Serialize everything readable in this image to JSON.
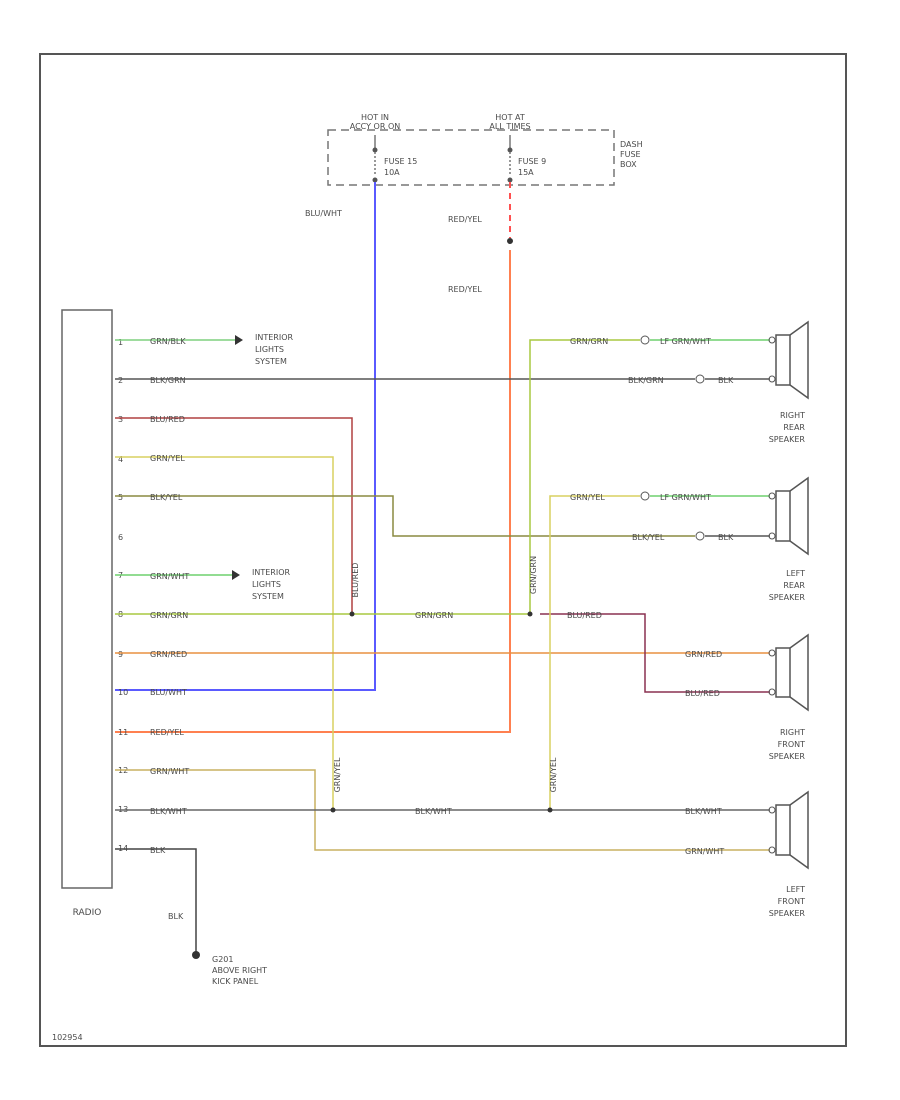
{
  "labels": {
    "hot_in_1": "HOT IN",
    "hot_in_2": "ACCY OR ON",
    "hot_at_1": "HOT AT",
    "hot_at_2": "ALL TIMES",
    "fuse15_1": "FUSE 15",
    "fuse15_2": "10A",
    "fuse9_1": "FUSE 9",
    "fuse9_2": "15A",
    "dash_fuse_1": "DASH",
    "dash_fuse_2": "FUSE",
    "dash_fuse_3": "BOX",
    "blu_wht": "BLU/WHT",
    "red_yel_1": "RED/YEL",
    "red_yel_2": "RED/YEL",
    "interior_1_a": "INTERIOR",
    "interior_1_b": "LIGHTS",
    "interior_1_c": "SYSTEM",
    "interior_2_a": "INTERIOR",
    "interior_2_b": "LIGHTS",
    "interior_2_c": "SYSTEM",
    "radio": "RADIO",
    "blk_ground": "BLK",
    "ground_1": "G201",
    "ground_2": "ABOVE RIGHT",
    "ground_3": "KICK PANEL",
    "rr_speaker_a": "RIGHT",
    "rr_speaker_b": "REAR",
    "rr_speaker_c": "SPEAKER",
    "lr_speaker_a": "LEFT",
    "lr_speaker_b": "REAR",
    "lr_speaker_c": "SPEAKER",
    "rf_speaker_a": "RIGHT",
    "rf_speaker_b": "FRONT",
    "rf_speaker_c": "SPEAKER",
    "lf_speaker_a": "LEFT",
    "lf_speaker_b": "FRONT",
    "lf_speaker_c": "SPEAKER",
    "figure_id": "102954"
  },
  "pins": [
    "1",
    "2",
    "3",
    "4",
    "5",
    "6",
    "7",
    "8",
    "9",
    "10",
    "11",
    "12",
    "13",
    "14"
  ],
  "radio_wires": [
    "GRN/BLK",
    "BLK/GRN",
    "BLU/RED",
    "GRN/YEL",
    "BLK/YEL",
    "",
    "GRN/WHT",
    "GRN/GRN",
    "GRN/RED",
    "BLU/WHT",
    "RED/YEL",
    "GRN/WHT",
    "BLK/WHT",
    "BLK"
  ],
  "splice_labels": {
    "blu_red_v": "BLU/RED",
    "grn_grn_v": "GRN/GRN",
    "grn_yel_v1": "GRN/YEL",
    "grn_yel_v2": "GRN/YEL",
    "grn_grn_h": "GRN/GRN",
    "blu_red_h": "BLU/RED",
    "blk_wht_h": "BLK/WHT"
  },
  "speaker_wires": {
    "rr_top": "GRN/GRN",
    "rr_top_conn": "LF GRN/WHT",
    "rr_bot": "BLK/GRN",
    "rr_bot_conn": "BLK",
    "lr_top": "GRN/YEL",
    "lr_top_conn": "LF GRN/WHT",
    "lr_bot": "BLK/YEL",
    "lr_bot_conn": "BLK",
    "rf_top": "GRN/RED",
    "rf_bot": "BLU/RED",
    "lf_top": "BLK/WHT",
    "lf_bot": "GRN/WHT"
  },
  "colors": {
    "grn_blk": "#7fd17f",
    "blk": "#555555",
    "blu_red": "#b04040",
    "grn_yel": "#d8d060",
    "blk_yel": "#8a8a40",
    "grn_wht": "#6fd16f",
    "grn_grn": "#a8c840",
    "grn_red": "#e89040",
    "blu_wht": "#5a5aff",
    "red_yel": "#ff8050",
    "grn_wht2": "#c8b060",
    "blk_wht": "#666666"
  }
}
